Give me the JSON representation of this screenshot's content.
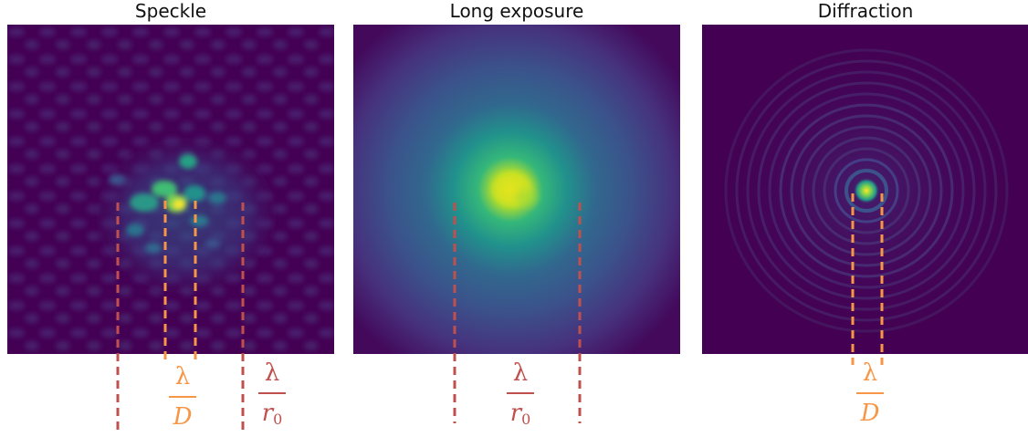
{
  "panels": {
    "speckle": {
      "title": "Speckle"
    },
    "long_exposure": {
      "title": "Long exposure"
    },
    "diffraction": {
      "title": "Diffraction"
    }
  },
  "labels": {
    "lambda": "λ",
    "D": "D",
    "r": "r",
    "r_sub": "0"
  },
  "colors": {
    "background": "#440154",
    "seeing_marker": "#c0504d",
    "diffraction_marker": "#f79646",
    "peak": "#fde725"
  }
}
